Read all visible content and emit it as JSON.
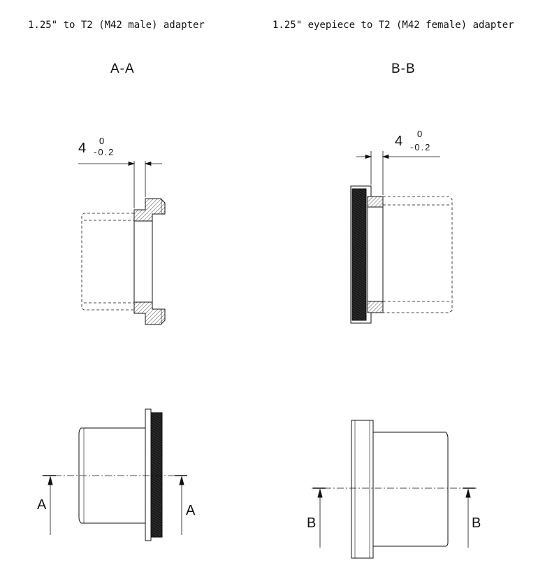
{
  "titles": {
    "left": "1.25\" to T2 (M42 male) adapter",
    "right": "1.25\" eyepiece to T2 (M42 female) adapter"
  },
  "sections": {
    "left": "A-A",
    "right": "B-B"
  },
  "dimensions": {
    "left": {
      "nominal": "4",
      "upper": "0",
      "lower": "-0.2"
    },
    "right": {
      "nominal": "4",
      "upper": "0",
      "lower": "-0.2"
    }
  },
  "cut_markers": {
    "left": {
      "label_a": "A",
      "label_b": "A"
    },
    "right": {
      "label_a": "B",
      "label_b": "B"
    }
  }
}
